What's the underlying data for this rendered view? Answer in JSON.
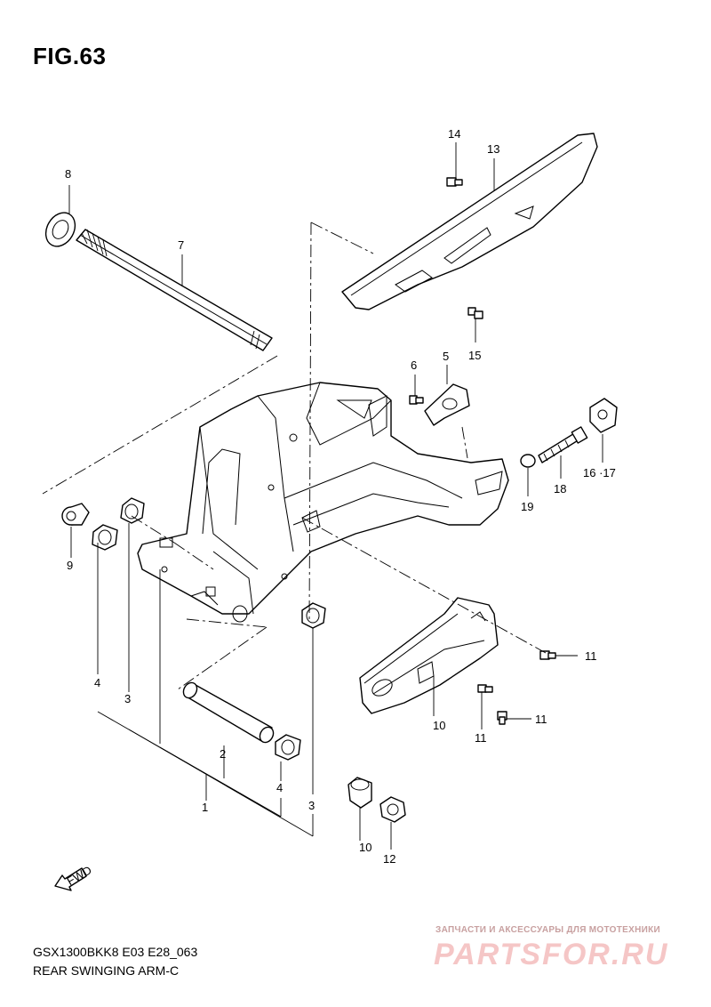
{
  "figure": {
    "title": "FIG.63",
    "model_code": "GSX1300BKK8 E03 E28_063",
    "name": "REAR SWINGING ARM-C"
  },
  "callouts": {
    "p1": "1",
    "p2": "2",
    "p3a": "3",
    "p3b": "3",
    "p4a": "4",
    "p4b": "4",
    "p5": "5",
    "p6": "6",
    "p7": "7",
    "p8": "8",
    "p9": "9",
    "p10a": "10",
    "p10b": "10",
    "p11a": "11",
    "p11b": "11",
    "p11c": "11",
    "p12": "12",
    "p13": "13",
    "p14": "14",
    "p15": "15",
    "p16_17": "16 ·17",
    "p18": "18",
    "p19": "19"
  },
  "fwd_label": "FWD",
  "watermark": {
    "tagline": "ЗАПЧАСТИ И АКСЕССУАРЫ ДЛЯ МОТОТЕХНИКИ",
    "logo": "PARTSFOR.RU"
  }
}
